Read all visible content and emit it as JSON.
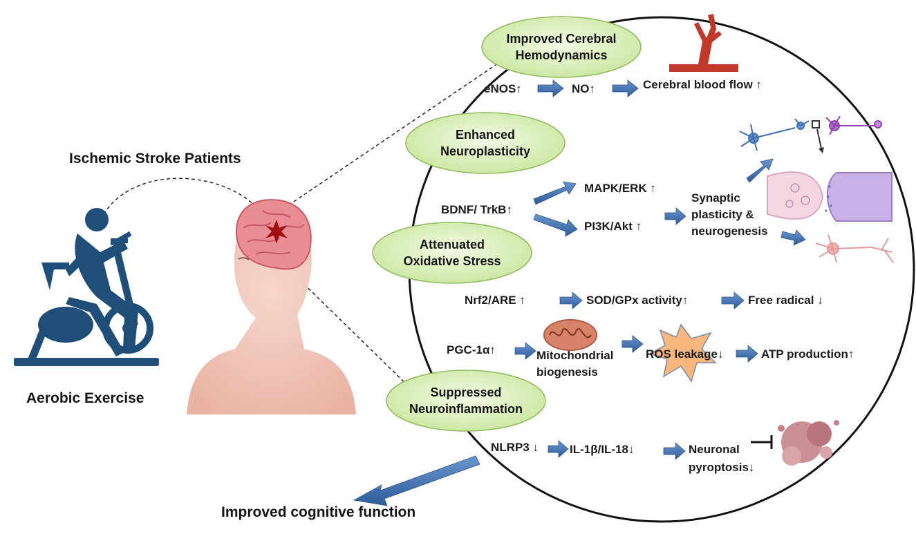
{
  "left": {
    "patients_label": "Ischemic Stroke Patients",
    "exercise_label": "Aerobic Exercise",
    "outcome_label": "Improved cognitive function",
    "icons": [
      "exercise-bike-person-icon",
      "human-head-with-brain-icon",
      "stroke-lesion-icon"
    ]
  },
  "categories": {
    "hemodynamics": [
      "Improved Cerebral",
      "Hemodynamics"
    ],
    "neuroplasticity": [
      "Enhanced",
      "Neuroplasticity"
    ],
    "oxidative": [
      "Attenuated",
      "Oxidative Stress"
    ],
    "inflammation": [
      "Suppressed",
      "Neuroinflammation"
    ]
  },
  "pathways": {
    "enos": "eNOS↑",
    "no": "NO↑",
    "cbf": "Cerebral blood flow ↑",
    "bdnf": "BDNF/ TrkB↑",
    "mapk": "MAPK/ERK ↑",
    "pi3k": "PI3K/Akt  ↑",
    "synaptic": [
      "Synaptic",
      "plasticity &",
      "neurogenesis"
    ],
    "nrf2": "Nrf2/ARE ↑",
    "sod": "SOD/GPx activity↑",
    "free_radical": "Free radical ↓",
    "pgc": "PGC-1α↑",
    "mito": [
      "Mitochondrial",
      "biogenesis"
    ],
    "ros": "ROS leakage↓",
    "atp": "ATP production↑",
    "nlrp3": "NLRP3 ↓",
    "il": "IL-1β/IL-18↓",
    "pyro": [
      "Neuronal",
      "pyroptosis↓"
    ]
  },
  "colors": {
    "arrow": "#3f6fae",
    "ellipse_fill": "#d9f0b5",
    "ellipse_stroke": "#8dbb5a",
    "silhouette": "#1f4e79",
    "vessel": "#c0392b",
    "skin": "#f2c9bd",
    "brain": "#e8848c"
  }
}
